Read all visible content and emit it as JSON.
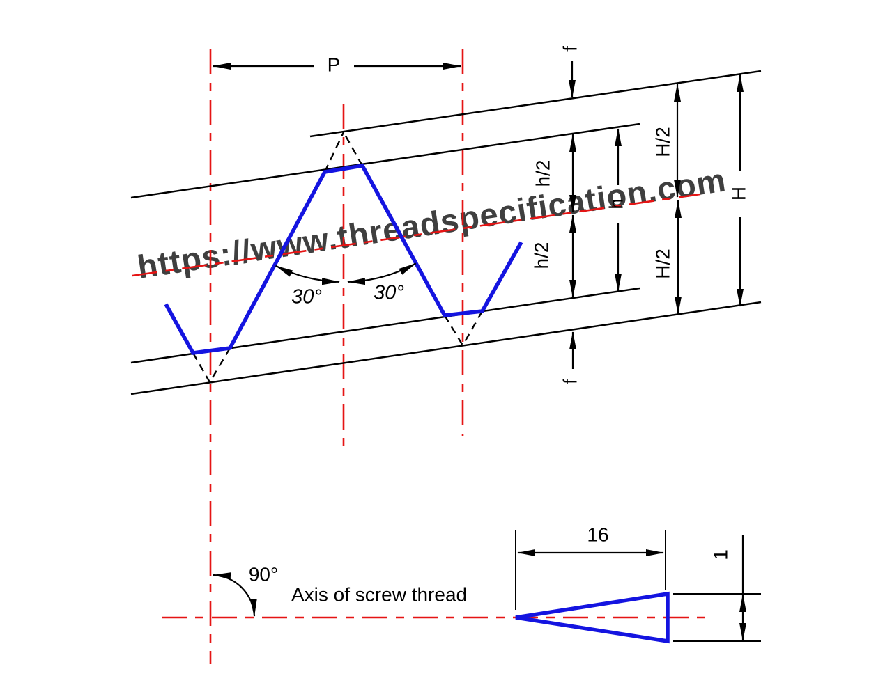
{
  "labels": {
    "pitch": "P",
    "f_top": "f",
    "f_bottom": "f",
    "h_half_upper": "h/2",
    "h_half_lower": "h/2",
    "thread_depth": "h",
    "H_half_upper": "H/2",
    "H_half_lower": "H/2",
    "fundamental_height": "H",
    "flank_angle_left": "30°",
    "flank_angle_right": "30°",
    "axis_angle": "90°",
    "axis_caption": "Axis of screw thread",
    "taper_length": "16",
    "taper_height": "1"
  },
  "watermark": {
    "text": "https://www.threadspecification.com",
    "color": "#a3b8e6"
  },
  "colors": {
    "profile_blue": "#1414e0",
    "centerline_red": "#e51414",
    "line_black": "#000000"
  }
}
